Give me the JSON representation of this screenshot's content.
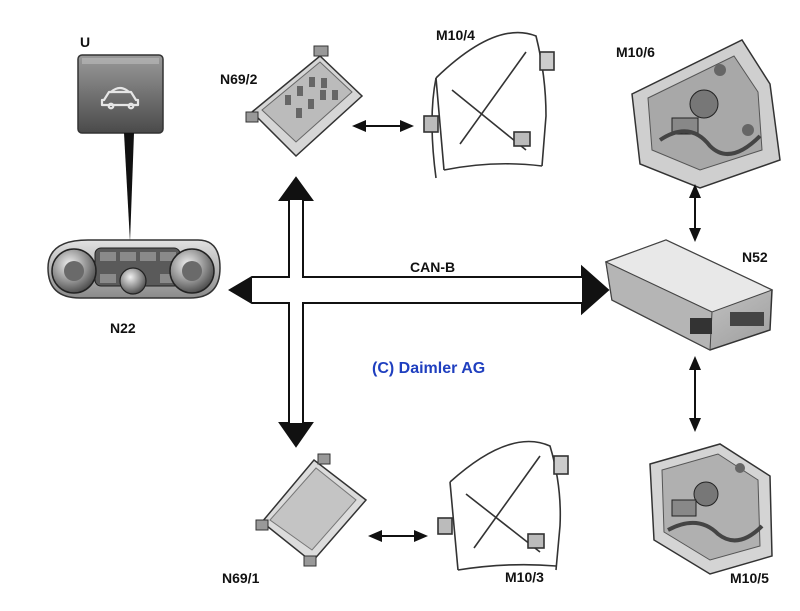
{
  "labels": {
    "u": "U",
    "n22": "N22",
    "n69_2": "N69/2",
    "n69_1": "N69/1",
    "m10_4": "M10/4",
    "m10_3": "M10/3",
    "m10_6": "M10/6",
    "m10_5": "M10/5",
    "n52": "N52",
    "bus": "CAN-B"
  },
  "copyright": "(C) Daimler AG",
  "colors": {
    "copyright": "#1f3fbf",
    "arrow": "#111111",
    "component_fill": "#c9c9c9",
    "component_dark": "#555555"
  },
  "icons": {
    "switch_symbol": "car-roof-icon"
  }
}
